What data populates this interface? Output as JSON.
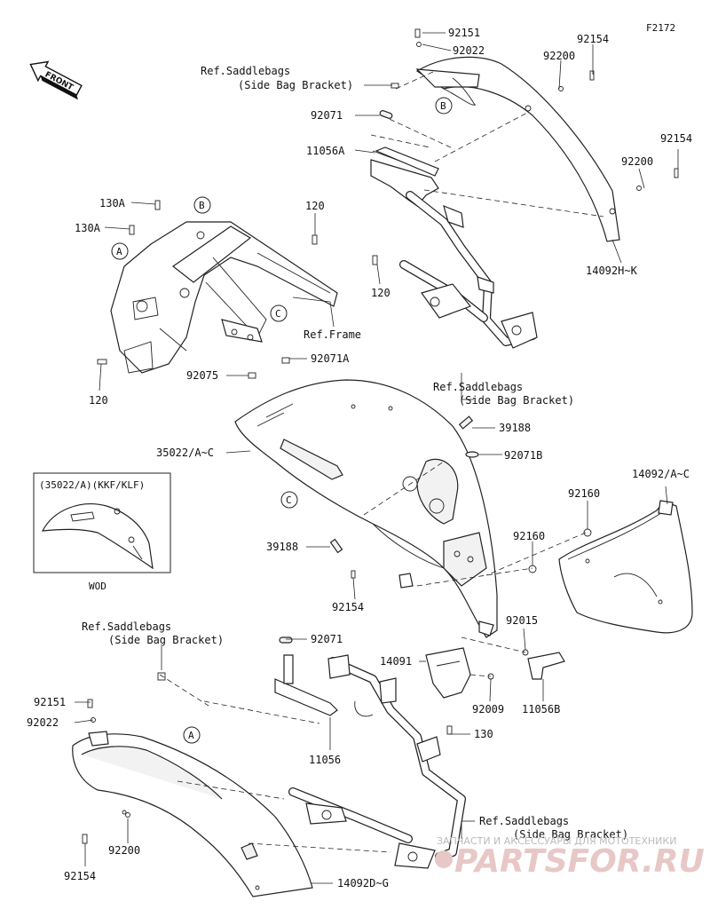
{
  "figure_code": "F2172",
  "front_label": "FRONT",
  "wod_label": "WOD",
  "wod_caption": "(35022/A)(KKF/KLF)",
  "ref_frame": "Ref.Frame",
  "ref_saddlebags_line1": "Ref.Saddlebags",
  "ref_saddlebags_line2": "(Side Bag Bracket)",
  "callouts": {
    "a": "A",
    "b": "B",
    "c": "C"
  },
  "parts": {
    "p92151_top": "92151",
    "p92022_top": "92022",
    "p92154_top": "92154",
    "p92200_top": "92200",
    "p92071_top": "92071",
    "p11056a": "11056A",
    "p92154_right": "92154",
    "p92200_right": "92200",
    "p14092hk": "14092H~K",
    "p130a_1": "130A",
    "p130a_2": "130A",
    "p120_top": "120",
    "p120_mid": "120",
    "p120_left": "120",
    "p92071a": "92071A",
    "p92075": "92075",
    "p35022": "35022/A~C",
    "p39188_right": "39188",
    "p92071b": "92071B",
    "p14092ac": "14092/A~C",
    "p92160_1": "92160",
    "p92160_2": "92160",
    "p39188_left": "39188",
    "p92154_mid": "92154",
    "p92015": "92015",
    "p14091": "14091",
    "p92009": "92009",
    "p11056b": "11056B",
    "p130": "130",
    "p92071_bottom": "92071",
    "p92151_bottom": "92151",
    "p92022_bottom": "92022",
    "p11056": "11056",
    "p92200_bottom": "92200",
    "p92154_bottom": "92154",
    "p14092dg": "14092D~G"
  },
  "watermark": {
    "line1": "ЗАПЧАСТИ И АКСЕССУАРЫ ДЛЯ МОТОТЕХНИКИ",
    "brand": "PARTSFOR.RU"
  }
}
